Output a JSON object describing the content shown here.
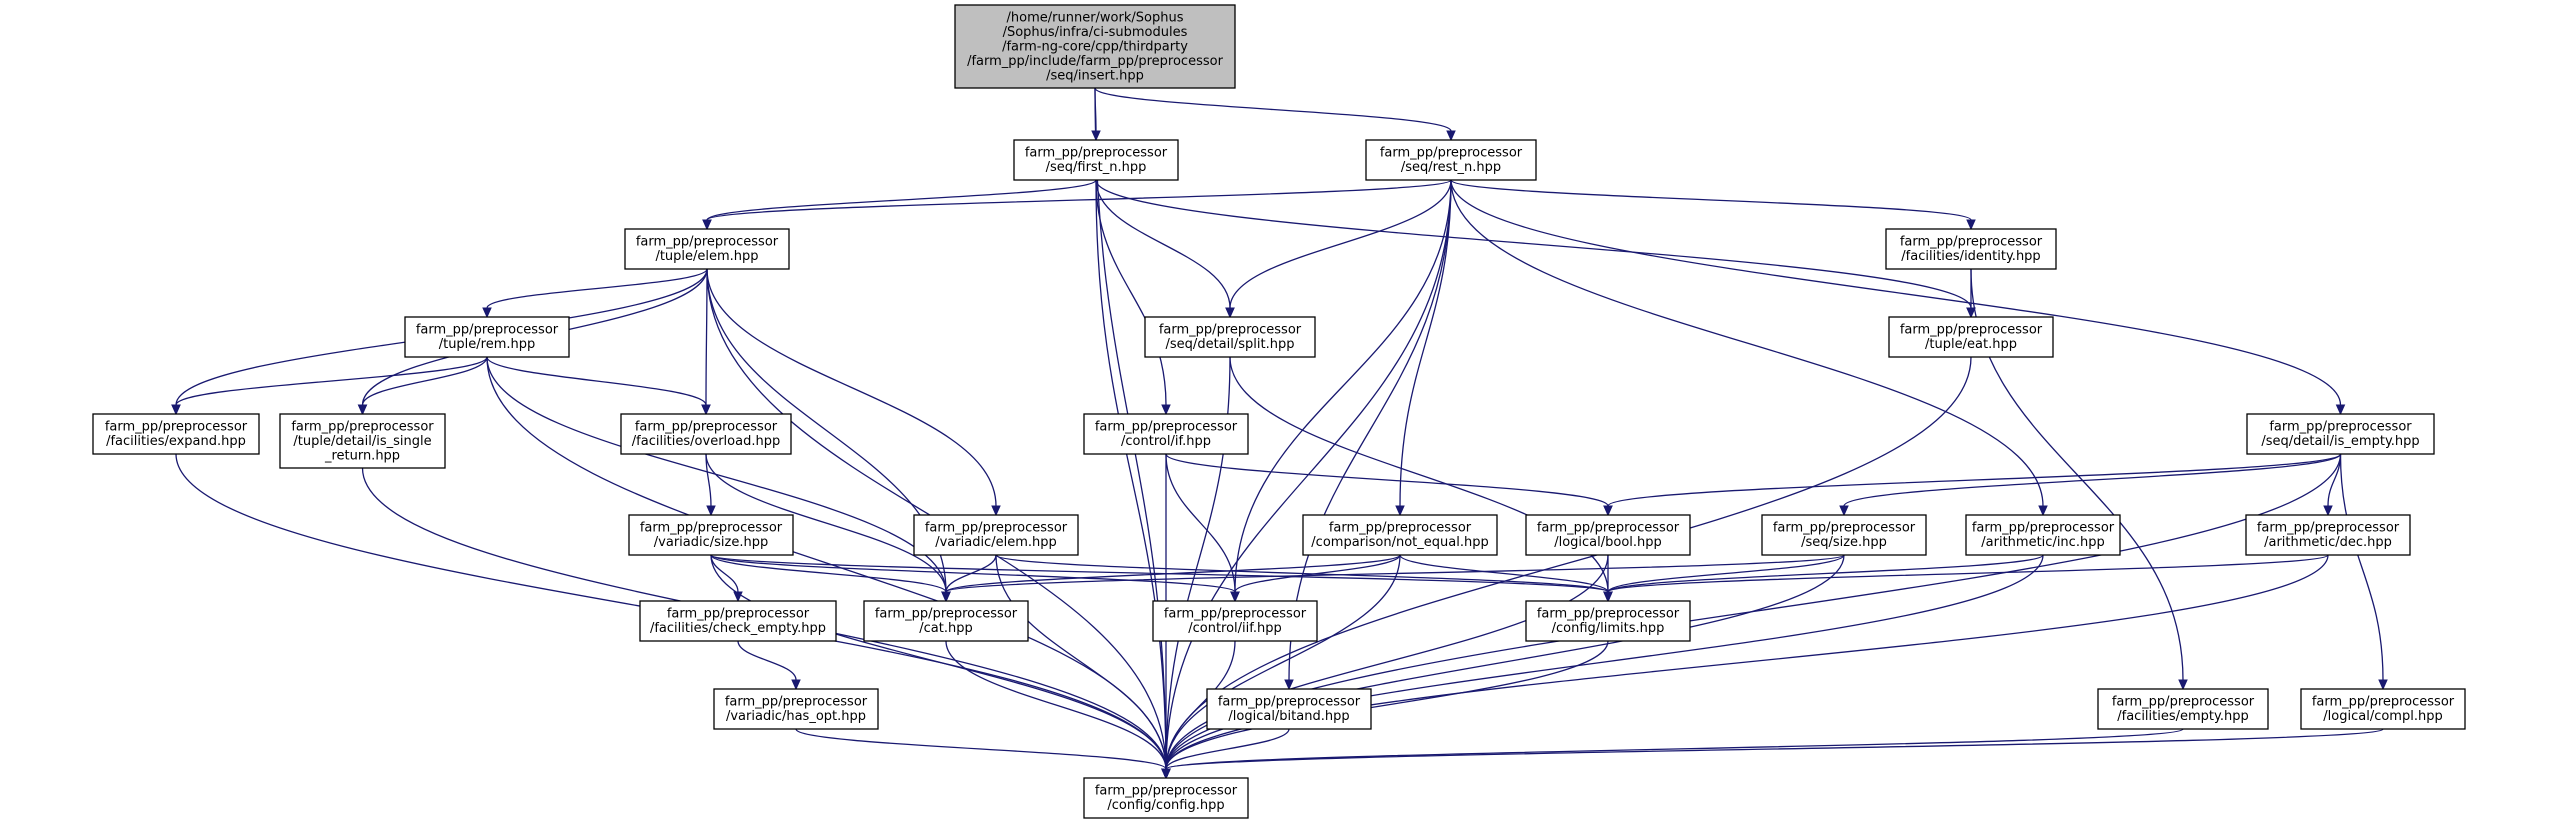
{
  "graph": {
    "root": "insert",
    "colors": {
      "edge": "#191970",
      "root_fill": "#bfbfbf",
      "node_fill": "#ffffff",
      "node_border": "#000000"
    },
    "nodes": [
      {
        "id": "insert",
        "lines": [
          "/home/runner/work/Sophus",
          "/Sophus/infra/ci-submodules",
          "/farm-ng-core/cpp/thirdparty",
          "/farm_pp/include/farm_pp/preprocessor",
          "/seq/insert.hpp"
        ]
      },
      {
        "id": "first_n",
        "lines": [
          "farm_pp/preprocessor",
          "/seq/first_n.hpp"
        ]
      },
      {
        "id": "rest_n",
        "lines": [
          "farm_pp/preprocessor",
          "/seq/rest_n.hpp"
        ]
      },
      {
        "id": "tuple_elem",
        "lines": [
          "farm_pp/preprocessor",
          "/tuple/elem.hpp"
        ]
      },
      {
        "id": "identity",
        "lines": [
          "farm_pp/preprocessor",
          "/facilities/identity.hpp"
        ]
      },
      {
        "id": "rem",
        "lines": [
          "farm_pp/preprocessor",
          "/tuple/rem.hpp"
        ]
      },
      {
        "id": "split",
        "lines": [
          "farm_pp/preprocessor",
          "/seq/detail/split.hpp"
        ]
      },
      {
        "id": "eat",
        "lines": [
          "farm_pp/preprocessor",
          "/tuple/eat.hpp"
        ]
      },
      {
        "id": "expand",
        "lines": [
          "farm_pp/preprocessor",
          "/facilities/expand.hpp"
        ]
      },
      {
        "id": "is_single_return",
        "lines": [
          "farm_pp/preprocessor",
          "/tuple/detail/is_single",
          "_return.hpp"
        ]
      },
      {
        "id": "overload",
        "lines": [
          "farm_pp/preprocessor",
          "/facilities/overload.hpp"
        ]
      },
      {
        "id": "if",
        "lines": [
          "farm_pp/preprocessor",
          "/control/if.hpp"
        ]
      },
      {
        "id": "is_empty",
        "lines": [
          "farm_pp/preprocessor",
          "/seq/detail/is_empty.hpp"
        ]
      },
      {
        "id": "variadic_size",
        "lines": [
          "farm_pp/preprocessor",
          "/variadic/size.hpp"
        ]
      },
      {
        "id": "variadic_elem",
        "lines": [
          "farm_pp/preprocessor",
          "/variadic/elem.hpp"
        ]
      },
      {
        "id": "not_equal",
        "lines": [
          "farm_pp/preprocessor",
          "/comparison/not_equal.hpp"
        ]
      },
      {
        "id": "bool",
        "lines": [
          "farm_pp/preprocessor",
          "/logical/bool.hpp"
        ]
      },
      {
        "id": "seq_size",
        "lines": [
          "farm_pp/preprocessor",
          "/seq/size.hpp"
        ]
      },
      {
        "id": "inc",
        "lines": [
          "farm_pp/preprocessor",
          "/arithmetic/inc.hpp"
        ]
      },
      {
        "id": "dec",
        "lines": [
          "farm_pp/preprocessor",
          "/arithmetic/dec.hpp"
        ]
      },
      {
        "id": "check_empty",
        "lines": [
          "farm_pp/preprocessor",
          "/facilities/check_empty.hpp"
        ]
      },
      {
        "id": "cat",
        "lines": [
          "farm_pp/preprocessor",
          "/cat.hpp"
        ]
      },
      {
        "id": "iif",
        "lines": [
          "farm_pp/preprocessor",
          "/control/iif.hpp"
        ]
      },
      {
        "id": "limits",
        "lines": [
          "farm_pp/preprocessor",
          "/config/limits.hpp"
        ]
      },
      {
        "id": "has_opt",
        "lines": [
          "farm_pp/preprocessor",
          "/variadic/has_opt.hpp"
        ]
      },
      {
        "id": "bitand",
        "lines": [
          "farm_pp/preprocessor",
          "/logical/bitand.hpp"
        ]
      },
      {
        "id": "empty",
        "lines": [
          "farm_pp/preprocessor",
          "/facilities/empty.hpp"
        ]
      },
      {
        "id": "compl",
        "lines": [
          "farm_pp/preprocessor",
          "/logical/compl.hpp"
        ]
      },
      {
        "id": "config",
        "lines": [
          "farm_pp/preprocessor",
          "/config/config.hpp"
        ]
      }
    ],
    "edges": [
      [
        "insert",
        "first_n"
      ],
      [
        "insert",
        "rest_n"
      ],
      [
        "insert",
        "config"
      ],
      [
        "first_n",
        "tuple_elem"
      ],
      [
        "first_n",
        "split"
      ],
      [
        "first_n",
        "if"
      ],
      [
        "first_n",
        "eat"
      ],
      [
        "first_n",
        "config"
      ],
      [
        "rest_n",
        "tuple_elem"
      ],
      [
        "rest_n",
        "identity"
      ],
      [
        "rest_n",
        "split"
      ],
      [
        "rest_n",
        "is_empty"
      ],
      [
        "rest_n",
        "iif"
      ],
      [
        "rest_n",
        "not_equal"
      ],
      [
        "rest_n",
        "inc"
      ],
      [
        "rest_n",
        "bitand"
      ],
      [
        "rest_n",
        "config"
      ],
      [
        "tuple_elem",
        "rem"
      ],
      [
        "tuple_elem",
        "expand"
      ],
      [
        "tuple_elem",
        "is_single_return"
      ],
      [
        "tuple_elem",
        "overload"
      ],
      [
        "tuple_elem",
        "variadic_elem"
      ],
      [
        "tuple_elem",
        "cat"
      ],
      [
        "tuple_elem",
        "config"
      ],
      [
        "identity",
        "eat"
      ],
      [
        "identity",
        "empty"
      ],
      [
        "rem",
        "expand"
      ],
      [
        "rem",
        "is_single_return"
      ],
      [
        "rem",
        "overload"
      ],
      [
        "rem",
        "cat"
      ],
      [
        "rem",
        "config"
      ],
      [
        "split",
        "limits"
      ],
      [
        "split",
        "config"
      ],
      [
        "eat",
        "config"
      ],
      [
        "expand",
        "config"
      ],
      [
        "is_single_return",
        "config"
      ],
      [
        "overload",
        "variadic_size"
      ],
      [
        "overload",
        "cat"
      ],
      [
        "if",
        "bool"
      ],
      [
        "if",
        "iif"
      ],
      [
        "if",
        "config"
      ],
      [
        "is_empty",
        "bool"
      ],
      [
        "is_empty",
        "seq_size"
      ],
      [
        "is_empty",
        "dec"
      ],
      [
        "is_empty",
        "compl"
      ],
      [
        "is_empty",
        "config"
      ],
      [
        "variadic_size",
        "check_empty"
      ],
      [
        "variadic_size",
        "cat"
      ],
      [
        "variadic_size",
        "iif"
      ],
      [
        "variadic_size",
        "limits"
      ],
      [
        "variadic_size",
        "config"
      ],
      [
        "variadic_elem",
        "cat"
      ],
      [
        "variadic_elem",
        "limits"
      ],
      [
        "variadic_elem",
        "config"
      ],
      [
        "not_equal",
        "cat"
      ],
      [
        "not_equal",
        "iif"
      ],
      [
        "not_equal",
        "limits"
      ],
      [
        "not_equal",
        "config"
      ],
      [
        "bool",
        "limits"
      ],
      [
        "bool",
        "config"
      ],
      [
        "seq_size",
        "cat"
      ],
      [
        "seq_size",
        "limits"
      ],
      [
        "seq_size",
        "config"
      ],
      [
        "inc",
        "limits"
      ],
      [
        "inc",
        "config"
      ],
      [
        "dec",
        "limits"
      ],
      [
        "dec",
        "config"
      ],
      [
        "check_empty",
        "has_opt"
      ],
      [
        "cat",
        "config"
      ],
      [
        "iif",
        "config"
      ],
      [
        "limits",
        "config"
      ],
      [
        "has_opt",
        "config"
      ],
      [
        "bitand",
        "config"
      ],
      [
        "empty",
        "config"
      ],
      [
        "compl",
        "config"
      ]
    ]
  }
}
